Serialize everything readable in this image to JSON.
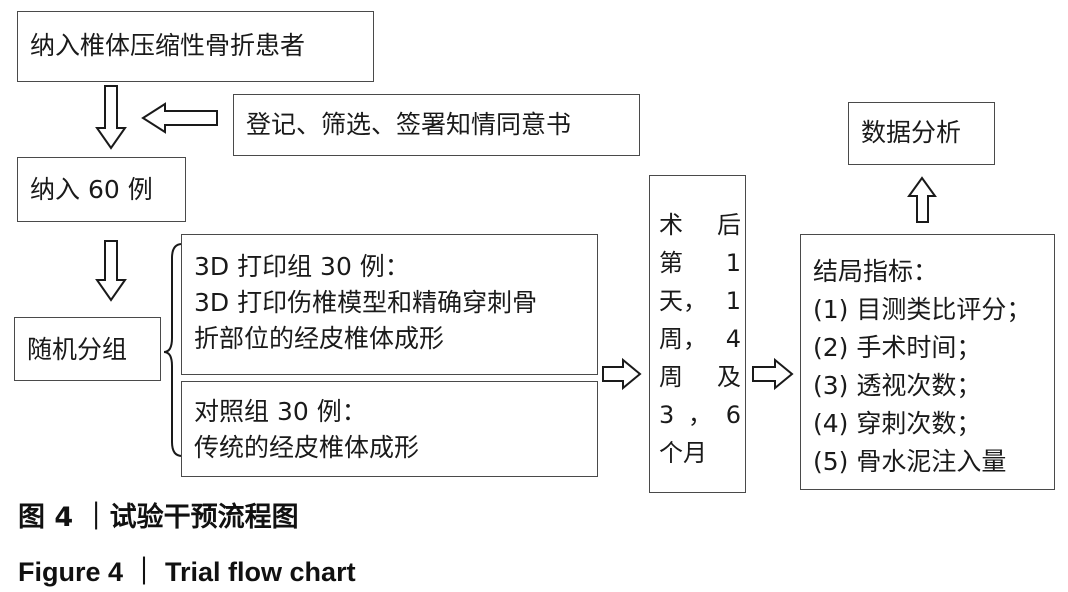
{
  "boxes": {
    "enroll_patients": "纳入椎体压缩性骨折患者",
    "register_screen": "登记、筛选、签署知情同意书",
    "enrolled_60": "纳入 60 例",
    "randomize": "随机分组",
    "group_3d": {
      "line1": "3D 打印组 30 例：",
      "line2": "3D 打印伤椎模型和精确穿刺骨",
      "line3": "折部位的经皮椎体成形"
    },
    "group_control": {
      "line1": "对照组 30 例：",
      "line2": "传统的经皮椎体成形"
    },
    "followup_lines": [
      [
        "术",
        "后"
      ],
      [
        "第",
        "1"
      ],
      [
        "天，",
        "1"
      ],
      [
        "周，",
        "4"
      ],
      [
        "周",
        "及"
      ],
      [
        "3",
        "，",
        "6"
      ],
      [
        "个月"
      ]
    ],
    "outcomes": {
      "title": "结局指标：",
      "items": [
        "(1) 目测类比评分；",
        "(2) 手术时间；",
        "(3) 透视次数；",
        "(4) 穿刺次数；",
        "(5) 骨水泥注入量"
      ]
    },
    "data_analysis": "数据分析"
  },
  "caption": {
    "cn": "图 4 ｜试验干预流程图",
    "en": "Figure 4 ｜ Trial flow chart"
  }
}
